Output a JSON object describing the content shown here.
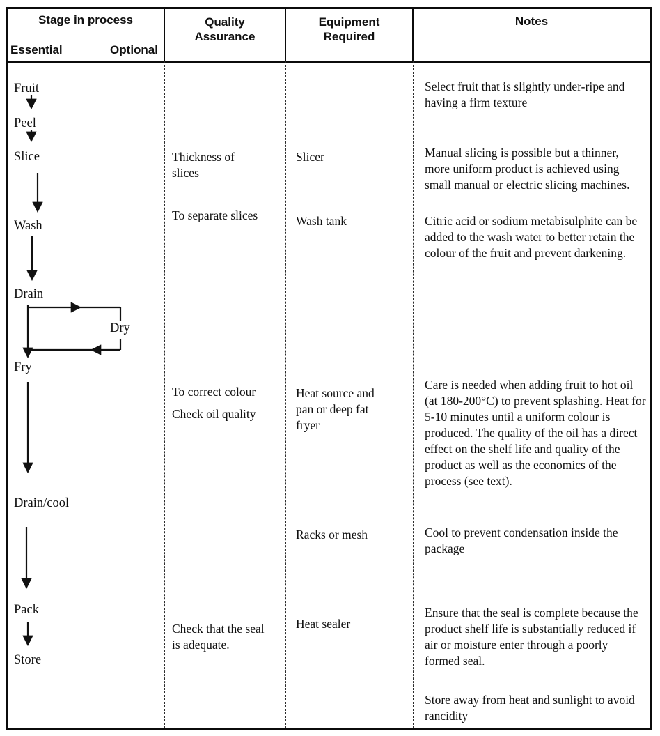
{
  "header": {
    "stage_title": "Stage in process",
    "stage_sub_left": "Essential",
    "stage_sub_right": "Optional",
    "qa_title": "Quality Assurance",
    "equipment_title": "Equipment Required",
    "notes_title": "Notes"
  },
  "flow": {
    "fruit": "Fruit",
    "peel": "Peel",
    "slice": "Slice",
    "wash": "Wash",
    "drain": "Drain",
    "dry": "Dry",
    "fry": "Fry",
    "drain_cool": "Drain/cool",
    "pack": "Pack",
    "store": "Store"
  },
  "qa": {
    "slice": "Thickness of slices",
    "wash": "To separate slices",
    "fry_line1": "To correct colour",
    "fry_line2": "Check oil quality",
    "pack": "Check that the seal is adequate."
  },
  "equipment": {
    "slice": "Slicer",
    "wash": "Wash tank",
    "fry": "Heat source and pan or deep fat fryer",
    "cool": "Racks or mesh",
    "pack": "Heat sealer"
  },
  "notes": {
    "fruit": "Select fruit that is slightly under-ripe and having a firm texture",
    "slice": "Manual slicing is possible but a thinner, more uniform product is achieved using small manual or electric slicing machines.",
    "wash": "Citric acid or sodium metabisulphite can be added to the wash water to better retain the colour of the fruit and prevent darkening.",
    "fry": "Care is needed when adding fruit to hot oil (at 180-200°C) to prevent splashing.  Heat for 5-10 minutes until a uniform colour is produced. The quality of the oil has a direct effect on the shelf life and quality of the product as well as the economics of the process (see text).",
    "cool": "Cool to prevent condensation inside the package",
    "pack": "Ensure that the seal is complete because the product shelf life is substantially reduced if air or moisture enter through a poorly formed seal.",
    "store": "Store away from heat and sunlight to avoid rancidity"
  }
}
